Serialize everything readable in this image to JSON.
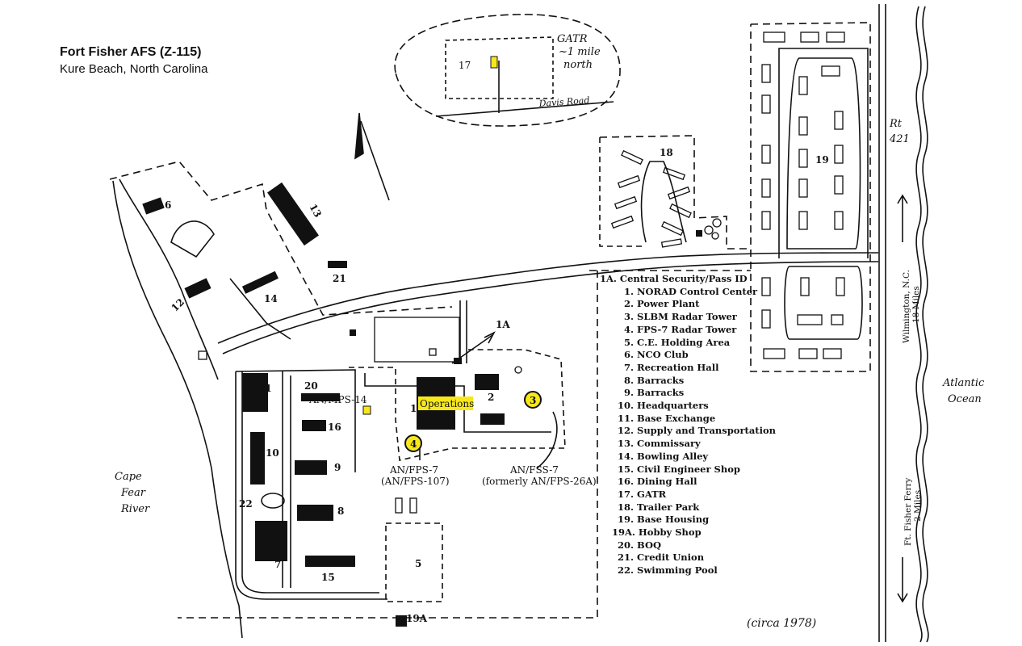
{
  "header": {
    "title": "Fort Fisher AFS (Z-115)",
    "subtitle": "Kure Beach, North Carolina"
  },
  "legend": [
    "1A. Central Security/Pass ID",
    "1. NORAD Control Center",
    "2. Power Plant",
    "3. SLBM Radar Tower",
    "4. FPS-7 Radar Tower",
    "5. C.E. Holding Area",
    "6. NCO Club",
    "7. Recreation Hall",
    "8. Barracks",
    "9. Barracks",
    "10. Headquarters",
    "11. Base Exchange",
    "12. Supply and Transportation",
    "13. Commissary",
    "14. Bowling Alley",
    "15. Civil Engineer Shop",
    "16. Dining Hall",
    "17. GATR",
    "18. Trailer Park",
    "19. Base Housing",
    "19A. Hobby Shop",
    "20. BOQ",
    "21. Credit Union",
    "22. Swimming Pool"
  ],
  "inset": {
    "gatr_label": "GATR",
    "gatr_note_1": "~1 mile",
    "gatr_note_2": "north",
    "road": "Davis Road",
    "number": "17"
  },
  "labels": {
    "operations": "Operations",
    "mps14": "AN/MPS-14",
    "fps7_1": "AN/FPS-7",
    "fps7_2": "(AN/FPS-107)",
    "fss7_1": "AN/FSS-7",
    "fss7_2": "(formerly AN/FPS-26A)",
    "pass_id": "1A",
    "route_1": "Rt",
    "route_2": "421",
    "wilmington_1": "Wilmington, N.C.",
    "wilmington_2": "18 Miles",
    "ferry_1": "Ft. Fisher Ferry",
    "ferry_2": "2 Miles",
    "atlantic_1": "Atlantic",
    "atlantic_2": "Ocean",
    "cape_1": "Cape",
    "cape_2": "Fear",
    "cape_3": "River",
    "circa": "(circa 1978)"
  },
  "building_numbers": {
    "b1": "1",
    "b2": "2",
    "b3": "3",
    "b4": "4",
    "b5": "5",
    "b6": "6",
    "b7": "7",
    "b8": "8",
    "b9": "9",
    "b10": "10",
    "b11": "11",
    "b12": "12",
    "b13": "13",
    "b14": "14",
    "b15": "15",
    "b16": "16",
    "b18": "18",
    "b19": "19",
    "b20": "20",
    "b21": "21",
    "b22": "22",
    "b19a": "19A"
  },
  "colors": {
    "ink": "#111111",
    "highlight": "#f7e81c"
  }
}
